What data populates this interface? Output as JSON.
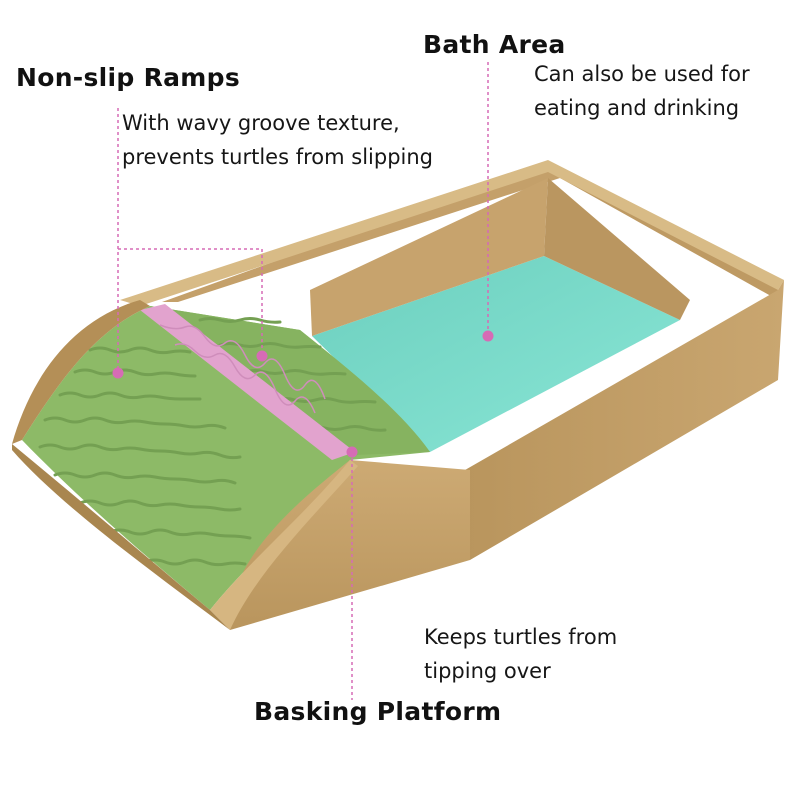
{
  "annotations": {
    "bath_area": {
      "title": "Bath Area",
      "description": "Can also be used for\neating and drinking"
    },
    "ramps": {
      "title": "Non-slip Ramps",
      "description": "With wavy groove texture,\nprevents turtles from slipping"
    },
    "basking": {
      "title": "Basking Platform",
      "description": "Keeps turtles from\ntipping over"
    }
  },
  "colors": {
    "tray_body": "#C9A670",
    "tray_shadow": "#A7844C",
    "tray_rim": "#D8BB86",
    "ramp_green": "#8DBA67",
    "ramp_groove": "#78A455",
    "bath_mint": "#79DCCB",
    "pink_strip": "#E2A3CE",
    "leader_line": "#D66BB5"
  }
}
